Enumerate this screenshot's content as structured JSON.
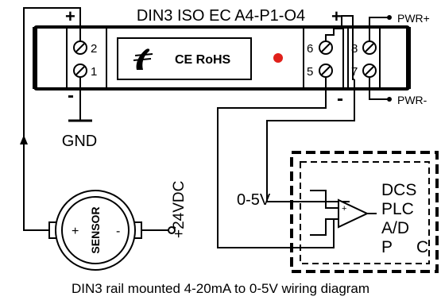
{
  "module": {
    "model": "DIN3 ISO EC A4-P1-O4",
    "ce_rohs": "CE RoHS",
    "logo_name": "brand-logo-icon"
  },
  "terminals": {
    "t1": "1",
    "t2": "2",
    "t5": "5",
    "t6": "6",
    "t7": "7",
    "t8": "8"
  },
  "polarity": {
    "input_plus": "+",
    "input_minus": "-",
    "output_plus": "+",
    "output_minus": "-",
    "sensor_plus": "+",
    "sensor_minus": "-"
  },
  "power": {
    "pwr_plus": "PWR+",
    "pwr_minus": "PWR-"
  },
  "labels": {
    "gnd": "GND",
    "supply": "+24VDC",
    "sensor": "SENSOR",
    "output_range": "0-5V"
  },
  "receiver": {
    "line1": "DCS",
    "line2": "PLC",
    "line3": "A/D",
    "line4_left": "P",
    "line4_right": "C"
  },
  "caption": "DIN3 rail mounted 4-20mA to 0-5V wiring diagram",
  "colors": {
    "line": "#000000",
    "led": "#e0201a",
    "housing": "#ffffff"
  }
}
